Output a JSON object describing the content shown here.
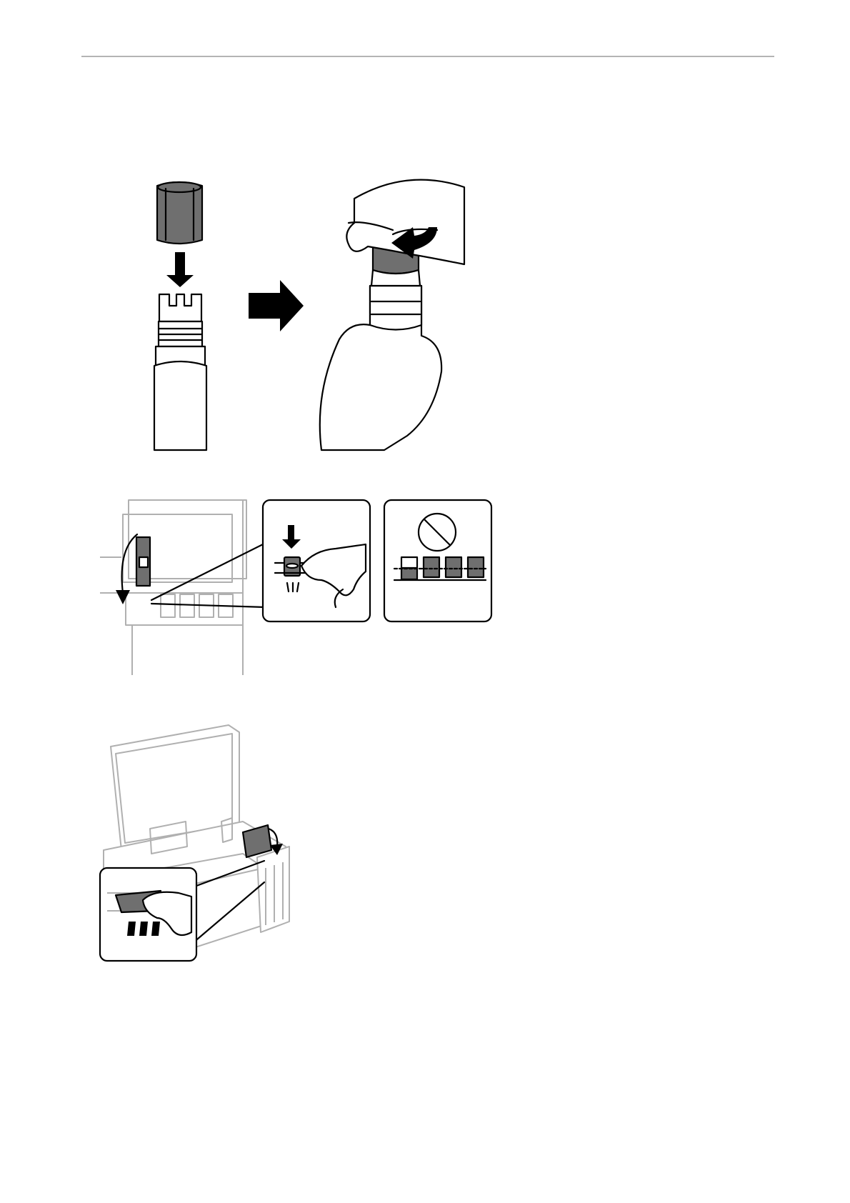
{
  "page": {
    "figures": [
      {
        "id": "cap-figure",
        "icons": [
          "bottle-cap-icon",
          "down-arrow-icon",
          "right-arrow-icon",
          "hand-twisting-cap-icon"
        ]
      },
      {
        "id": "tank-figure",
        "icons": [
          "ink-tank-cap-icon",
          "curved-arrow-icon",
          "press-detail-icon",
          "prohibited-icon"
        ]
      },
      {
        "id": "printer-figure",
        "icons": [
          "printer-open-icon",
          "tank-cover-close-icon",
          "hand-detail-icon"
        ]
      }
    ],
    "colors": {
      "line": "#000000",
      "fill_dark": "#6f6f6f",
      "line_gray": "#b0b0b0",
      "rule": "#b4b4b4"
    }
  }
}
